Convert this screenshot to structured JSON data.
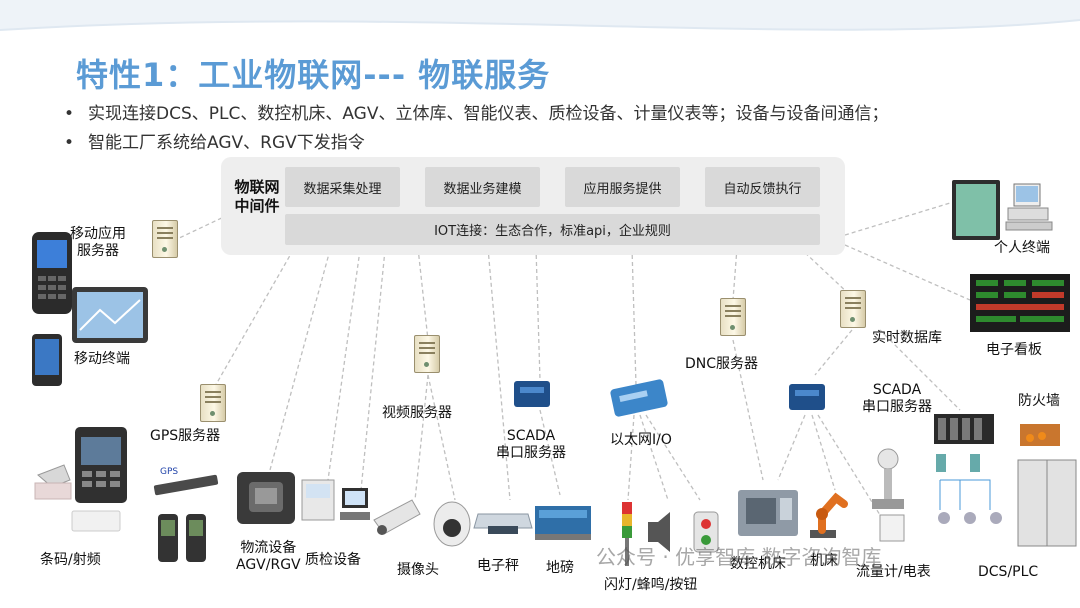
{
  "title": "特性1：工业物联网--- 物联服务",
  "bullets": [
    "实现连接DCS、PLC、数控机床、AGV、立体库、智能仪表、质检设备、计量仪表等；设备与设备间通信；",
    "智能工厂系统给AGV、RGV下发指令"
  ],
  "middleware": {
    "label_line1": "物联网",
    "label_line2": "中间件",
    "boxes": [
      "数据采集处理",
      "数据业务建模",
      "应用服务提供",
      "自动反馈执行"
    ],
    "iot": "IOT连接：生态合作，标准api，企业规则"
  },
  "nodes": {
    "mobile_app_server_1": "移动应用",
    "mobile_app_server_2": "服务器",
    "mobile_terminal": "移动终端",
    "gps_server": "GPS服务器",
    "barcode": "条码/射频",
    "logistics_1": "物流设备",
    "logistics_2": "AGV/RGV",
    "qc": "质检设备",
    "video_server": "视频服务器",
    "camera": "摄像头",
    "scale": "电子秤",
    "weighbridge": "地磅",
    "scada1_1": "SCADA",
    "scada1_2": "串口服务器",
    "eth_io": "以太网I/O",
    "signal": "闪灯/蜂鸣/按钮",
    "dnc": "DNC服务器",
    "cnc": "数控机床",
    "robot": "机床",
    "realtime_db": "实时数据库",
    "scada2_1": "SCADA",
    "scada2_2": "串口服务器",
    "flow_meter": "流量计/电表",
    "firewall": "防火墙",
    "dcs_plc": "DCS/PLC",
    "personal_terminal": "个人终端",
    "e_board": "电子看板"
  },
  "watermark": "公众号 · 优享智库 数字咨询智库",
  "colors": {
    "title": "#5b9bd5",
    "panel": "#eeeeee",
    "box": "#d9d9d9"
  }
}
